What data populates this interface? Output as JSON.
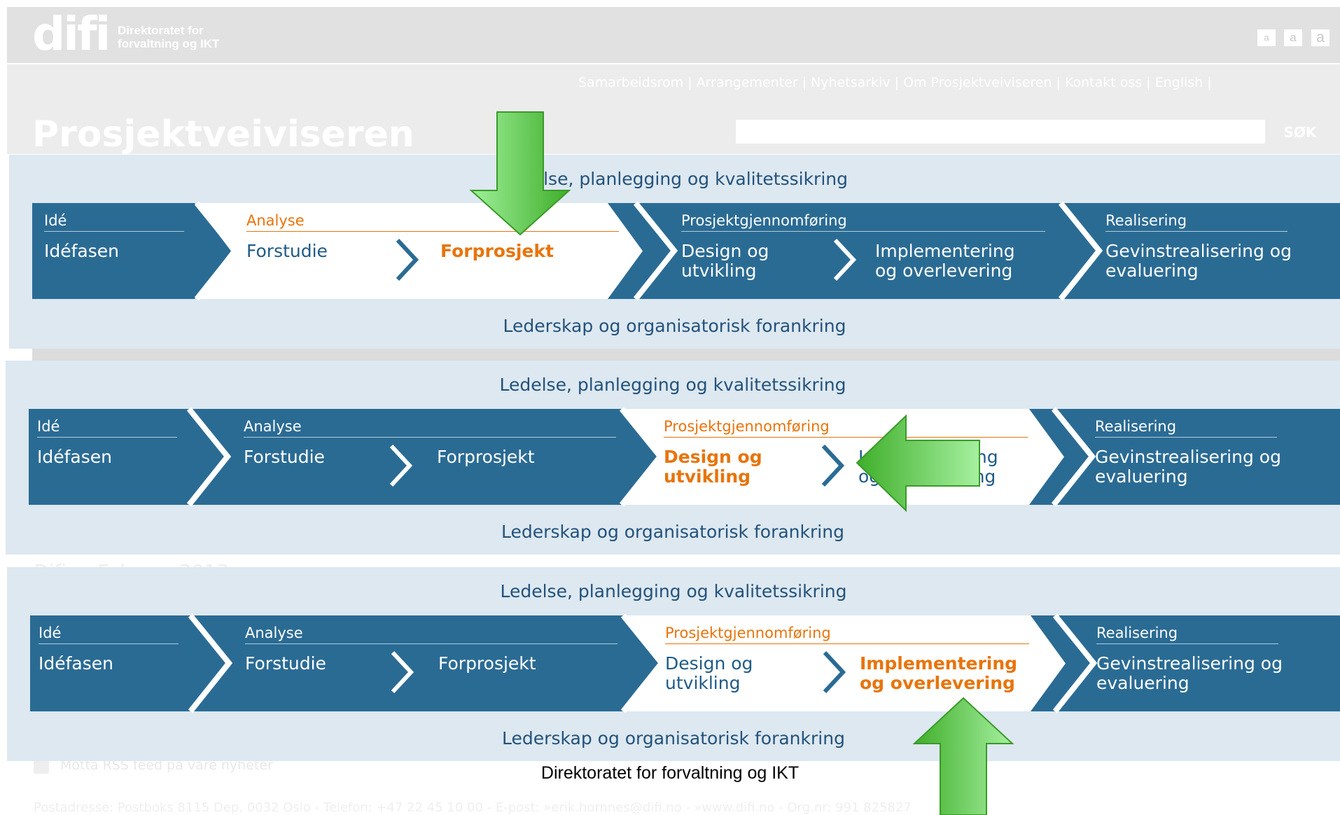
{
  "site": {
    "logo": {
      "word": "difi",
      "line1": "Direktoratet for",
      "line2": "forvaltning og IKT"
    },
    "font_size_buttons": [
      "a",
      "a",
      "a"
    ],
    "nav_text": "Samarbeidsrom | Arrangementer | Nyhetsarkiv | Om Prosjektveiviseren | Kontakt oss | English |",
    "title": "Prosjektveiviseren",
    "search": {
      "placeholder": "",
      "button": "SØK"
    },
    "partial_heading": "Difi ... Februar 2013",
    "rss_text": "Motta RSS feed på våre nyheter",
    "footer_org": "Direktoratet for forvaltning og IKT",
    "footer_address": "Postadresse: Postboks 8115 Dep, 0032 Oslo - Telefon: +47 22 45 10 00 - E-post: »erik.hornnes@difi.no - »www.difi.no - Org.nr: 991 825827"
  },
  "diagram": {
    "top_caption": "Ledelse, planlegging og kvalitetssikring",
    "bottom_caption": "Lederskap og organisatorisk forankring",
    "phases": {
      "ide": {
        "title": "Idé",
        "step": "Idéfasen"
      },
      "analyse": {
        "title": "Analyse",
        "steps": [
          "Forstudie",
          "Forprosjekt"
        ]
      },
      "gjennomforing": {
        "title": "Prosjektgjennomføring",
        "steps": [
          "Design og\nutvikling",
          "Implementering\nog overlevering"
        ]
      },
      "realisering": {
        "title": "Realisering",
        "step": "Gevinstrealisering og\nevaluering"
      }
    },
    "panels": [
      {
        "active_phase": "Analyse",
        "active_step": "Forprosjekt",
        "arrow": "down"
      },
      {
        "active_phase": "Prosjektgjennomføring",
        "active_step": "Design og utvikling",
        "arrow": "left"
      },
      {
        "active_phase": "Prosjektgjennomføring",
        "active_step": "Implementering og overlevering",
        "arrow": "up"
      }
    ]
  },
  "colors": {
    "band": "#2a6b94",
    "panel_bg": "#dde8f0",
    "active": "#e8740c",
    "dark_text": "#1f5b86",
    "arrow_green": "#59c23b"
  },
  "icons": [
    "rss-icon",
    "chevron-right-icon",
    "green-arrow-down-icon",
    "green-arrow-left-icon",
    "green-arrow-up-icon"
  ]
}
